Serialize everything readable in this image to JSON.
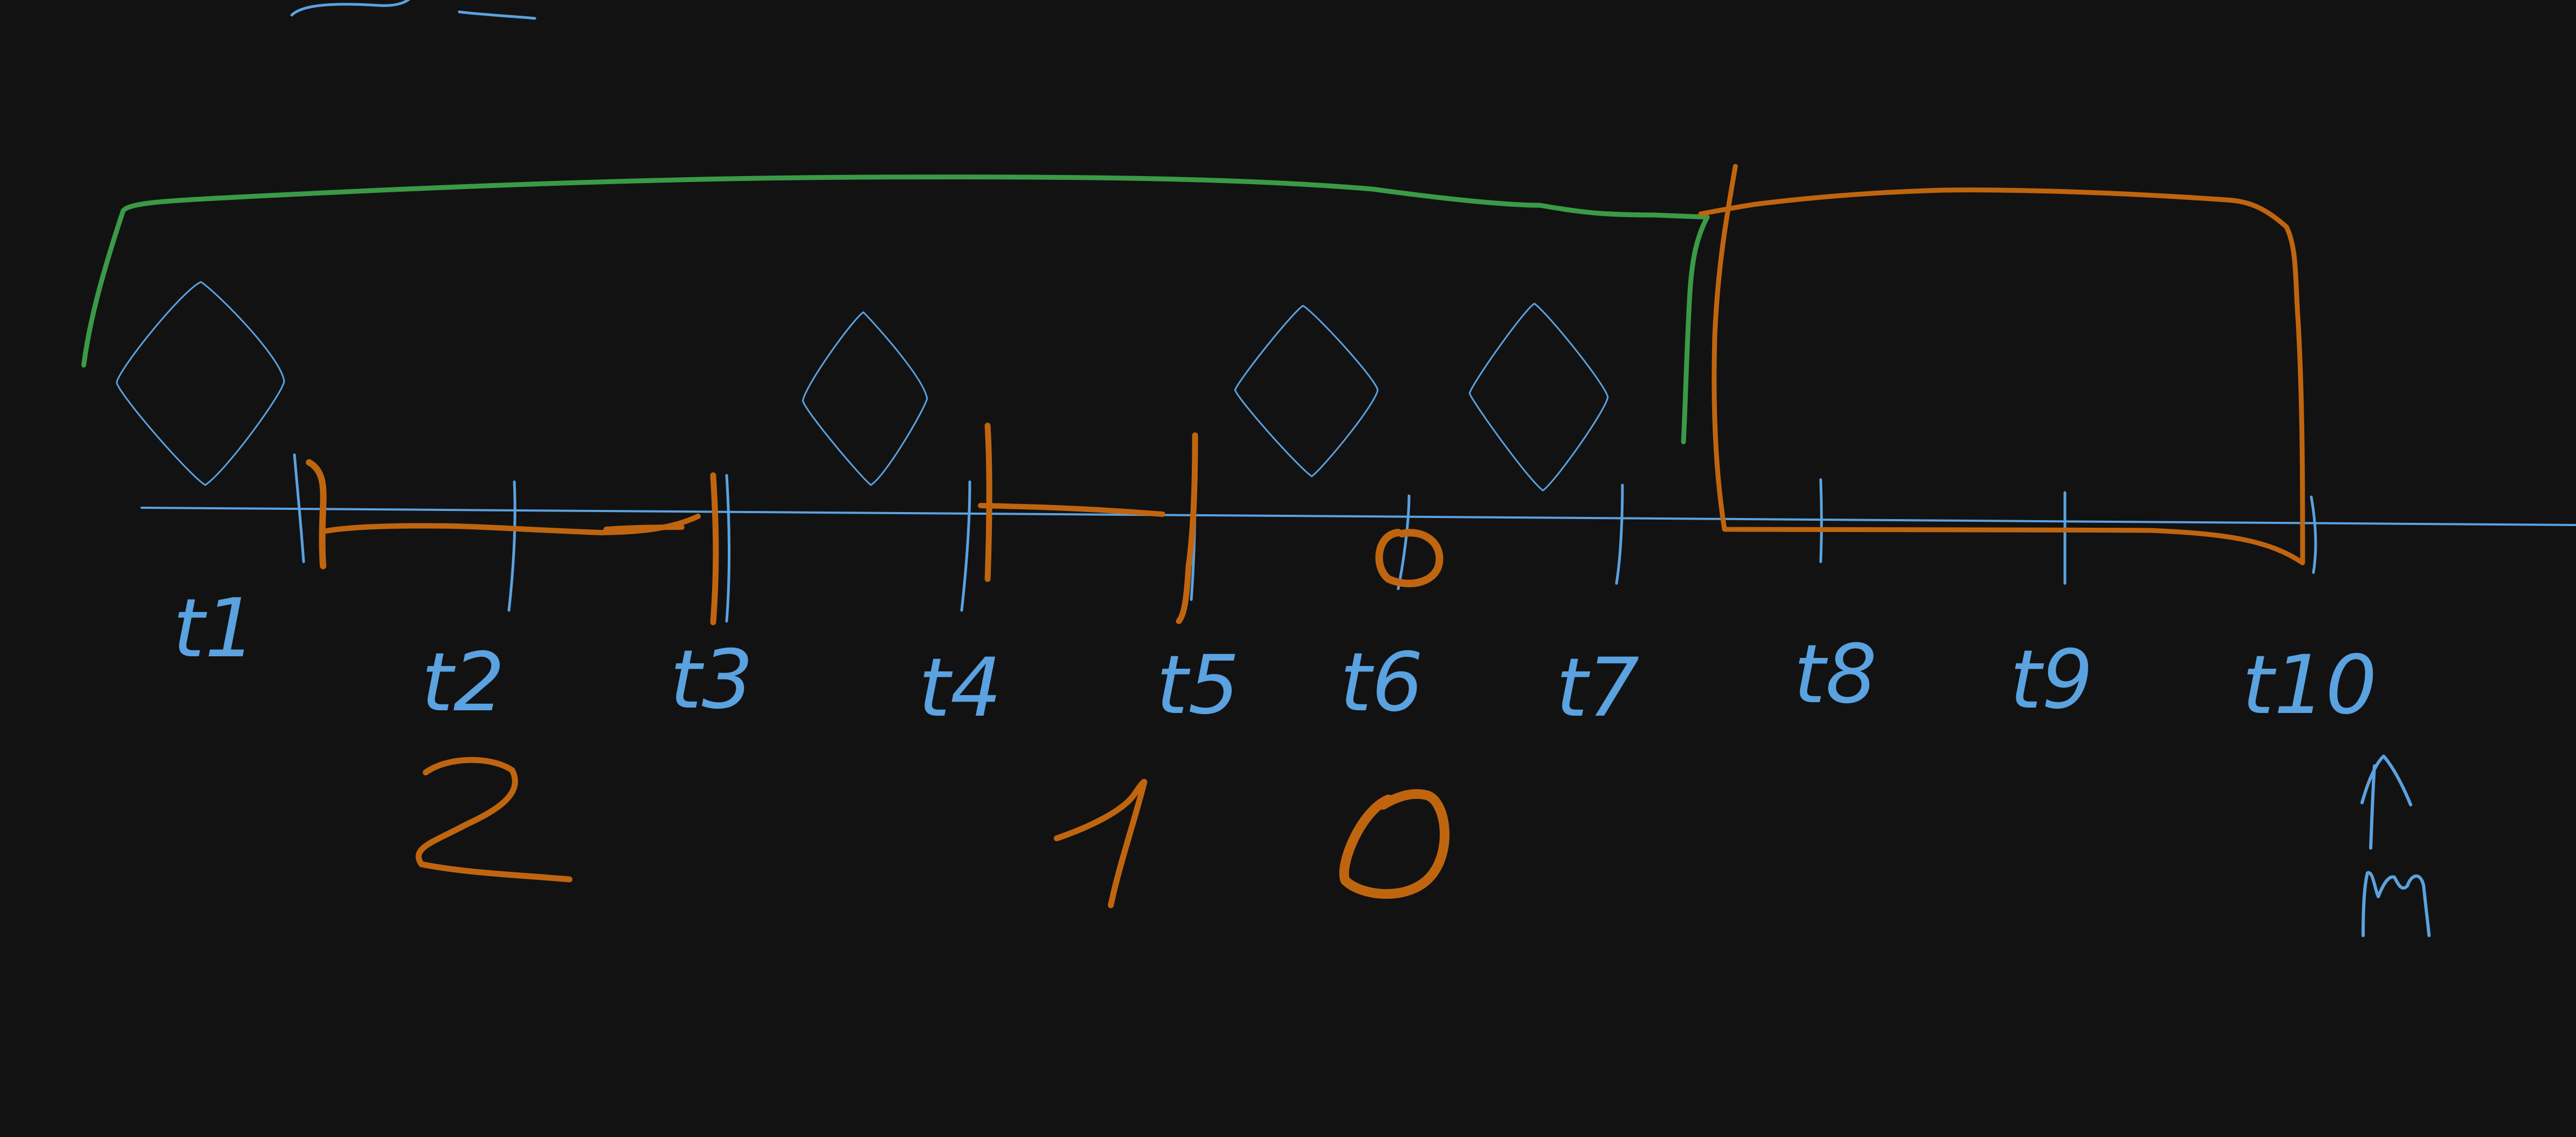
{
  "timeline": {
    "ticks": [
      "t1",
      "t2",
      "t3",
      "t4",
      "t5",
      "t6",
      "t7",
      "t8",
      "t9",
      "t10"
    ],
    "marker_under_t10": "^",
    "marker_letter": "m"
  },
  "groups": {
    "counts": [
      "2",
      "1",
      "0"
    ]
  },
  "colors": {
    "background": "#121212",
    "blue": "#5aa2e0",
    "orange": "#c0650f",
    "green": "#3b9a47"
  }
}
